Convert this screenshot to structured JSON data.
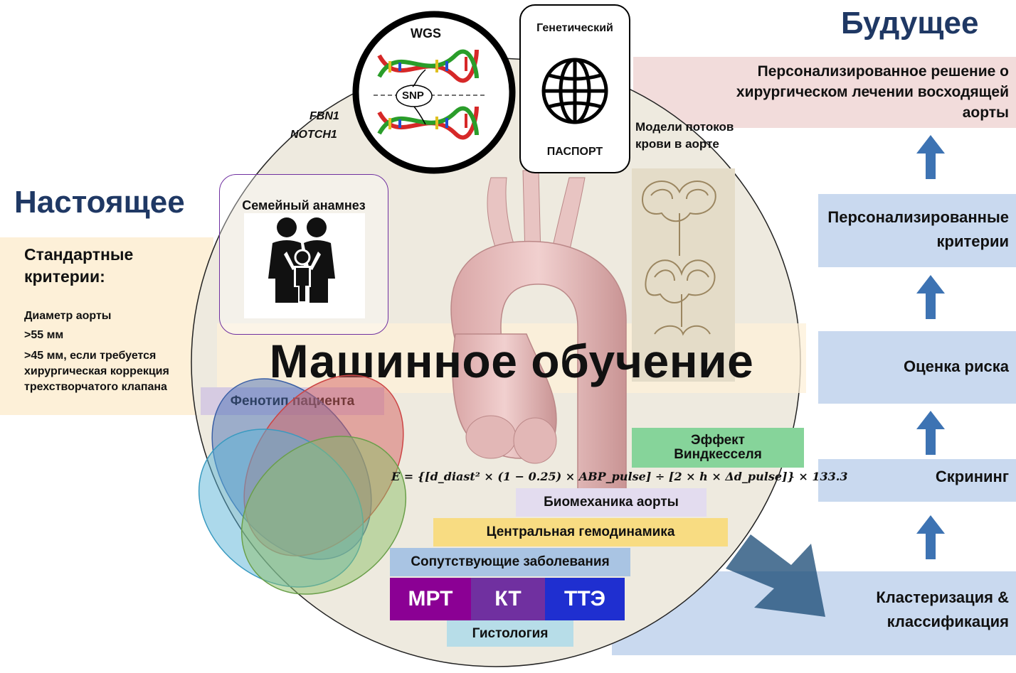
{
  "present": {
    "heading": "Настоящее",
    "criteria_title": "Стандартные критерии:",
    "criteria": [
      "Диаметр аорты",
      ">55 мм",
      ">45 мм, если требуется хирургическая коррекция трехстворчатого клапана"
    ]
  },
  "future": {
    "heading": "Будущее",
    "steps": [
      "Персонализированное решение о хирургическом лечении восходящей аорты",
      "Персонализированные критерии",
      "Оценка риска",
      "Скрининг",
      "Кластеризация & классификация"
    ]
  },
  "center": {
    "title": "Машинное обучение",
    "wgs_label": "WGS",
    "snp_label": "SNP",
    "genes": [
      "FBN1",
      "NOTCH1"
    ],
    "passport_top": "Генетический",
    "passport_bottom": "ПАСПОРТ",
    "family_label": "Семейный анамнез",
    "flow_label": "Модели потоков крови в аорте",
    "phenotype_label": "Фенотип пациента",
    "windkessel_label": "Эффект Виндкесселя",
    "formula": "E = {[d_diast² × (1 − 0.25) × ABP_pulse] ÷ [2 × h × Δd_pulse]} × 133.3",
    "biomechanics_label": "Биомеханика аорты",
    "hemodynamics_label": "Центральная гемодинамика",
    "comorbidities_label": "Сопутствующие заболевания",
    "modalities": [
      "МРТ",
      "КТ",
      "ТТЭ"
    ],
    "histology_label": "Гистология"
  },
  "colors": {
    "present_band": "#fdf0d8",
    "future_top": "#f2dcdb",
    "future_band": "#c9d9ef",
    "circle_fill": "#eeeadf",
    "arrow": "#3d73b3",
    "phenotype": "#d6cbe2",
    "windkessel": "#86d49a",
    "biomech": "#e3dcef",
    "hemodyn": "#f8dc82",
    "comorb": "#a9c4e3",
    "mrt": "#8b0094",
    "kt": "#7030a0",
    "tte": "#1f2fd0",
    "histology": "#b7dde8"
  }
}
